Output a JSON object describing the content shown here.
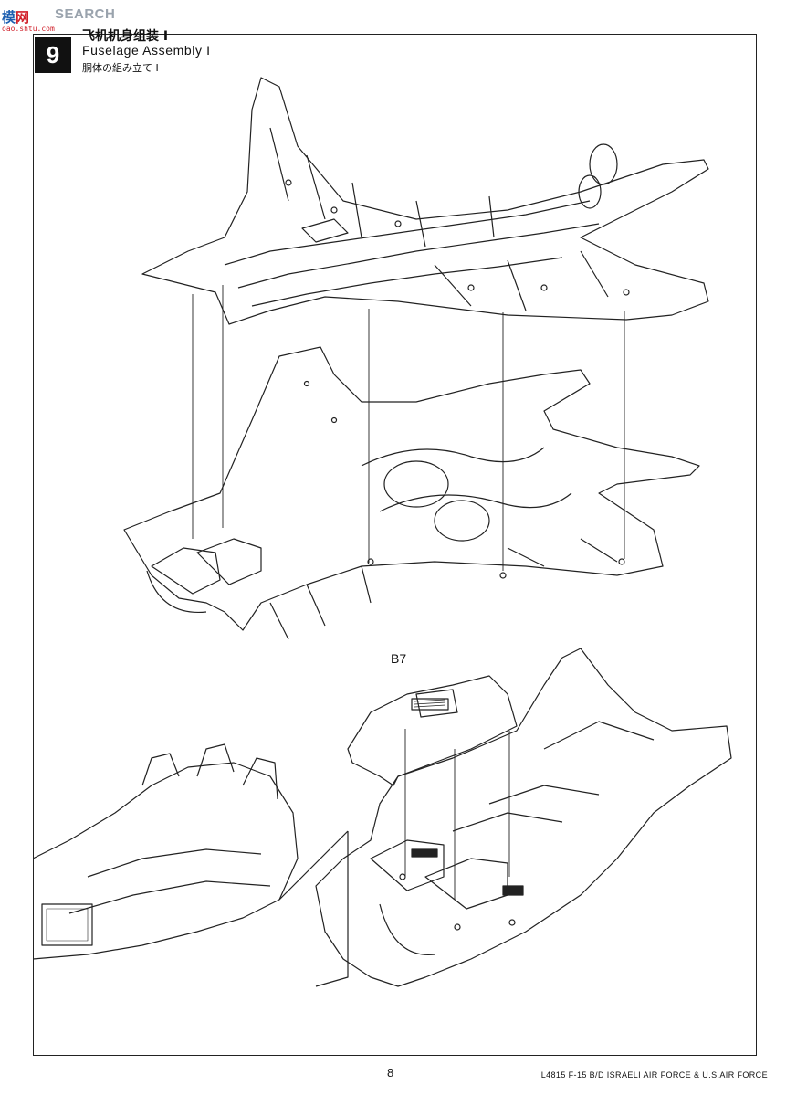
{
  "watermark": {
    "logo_a": "模",
    "logo_b": "网",
    "brand": "SEARCH",
    "site": "oao.shtu.com"
  },
  "step": {
    "number": "9",
    "title_cn": "飞机机身组装 I",
    "title_en": "Fuselage Assembly I",
    "title_jp": "胴体の組み立て I"
  },
  "parts": {
    "b7": "B7"
  },
  "footer": {
    "page_number": "8",
    "caption": "L4815  F-15 B/D ISRAELI AIR FORCE & U.S.AIR FORCE"
  }
}
